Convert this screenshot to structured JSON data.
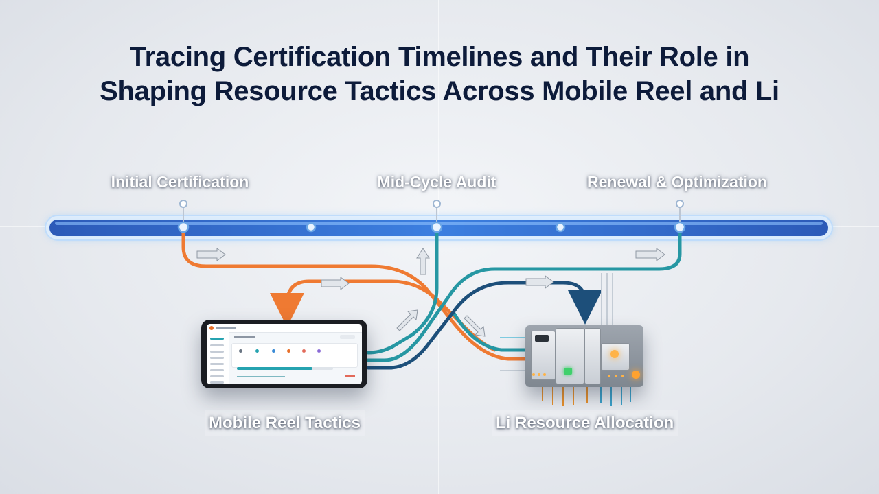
{
  "title": {
    "line1": "Tracing Certification Timelines and Their Role in",
    "line2": "Shaping Resource Tactics Across Mobile Reel and Li"
  },
  "milestones": [
    {
      "label": "Initial Certification"
    },
    {
      "label": "Mid-Cycle Audit"
    },
    {
      "label": "Renewal & Optimization"
    }
  ],
  "sections": {
    "mobile": "Mobile Reel Tactics",
    "resource": "Li Resource Allocation"
  },
  "colors": {
    "timeline": "#2f63c6",
    "timeline_glow": "#5fb4ff",
    "orange": "#ef7a32",
    "teal": "#2697a3",
    "navy": "#1d4f7a",
    "title": "#0d1b3a"
  }
}
